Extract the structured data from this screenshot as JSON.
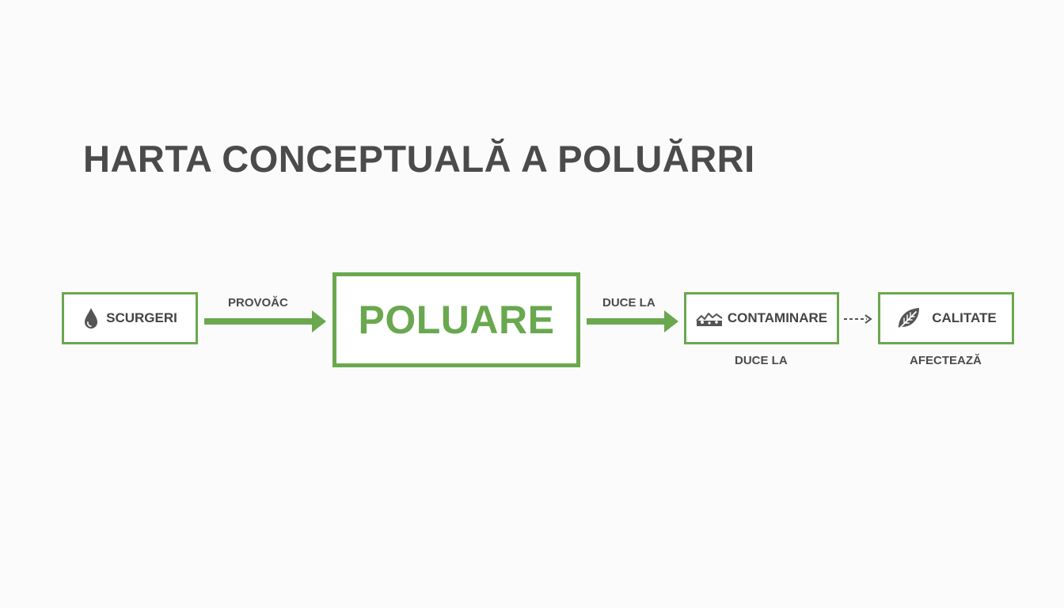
{
  "title": "HARTA CONCEPTUALĂ A POLUĂRRI",
  "nodes": {
    "scurgeri": {
      "label": "SCURGERI",
      "icon": "water-drop-icon"
    },
    "poluare": {
      "label": "POLUARE"
    },
    "contaminare": {
      "label": "CONTAMINARE",
      "icon": "terrain-icon"
    },
    "calitate": {
      "label": "CALITATE",
      "icon": "leaf-icon"
    }
  },
  "edges": {
    "scurgeri_poluare": "PROVOĂC",
    "poluare_contaminare": "DUCE LA",
    "contaminare_below": "DUCE LA",
    "calitate_below": "AFECTEAZĂ"
  },
  "colors": {
    "accent": "#6aa84f",
    "text": "#4b4b4b",
    "background": "#fbfbfb"
  }
}
